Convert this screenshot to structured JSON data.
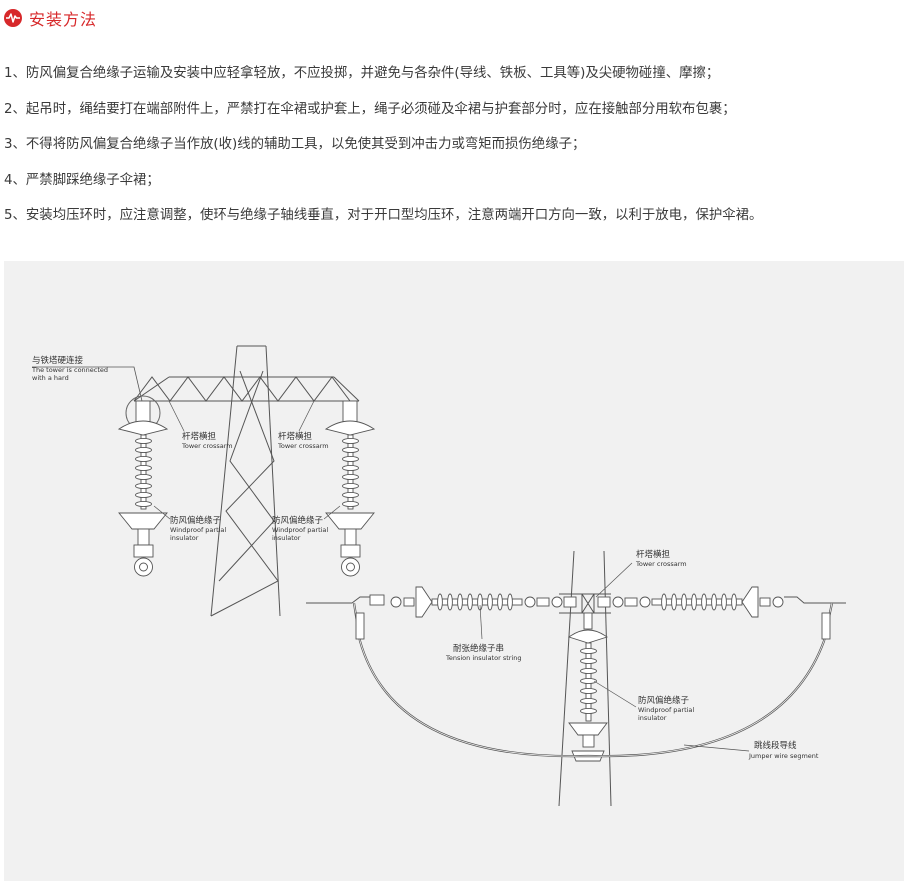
{
  "header": {
    "title": "安装方法",
    "icon": "pulse-icon",
    "accent_color": "#d7282a"
  },
  "instructions": [
    "1、防风偏复合绝缘子运输及安装中应轻拿轻放，不应投掷，并避免与各杂件(导线、铁板、工具等)及尖硬物碰撞、摩擦；",
    "2、起吊时，绳结要打在端部附件上，严禁打在伞裙或护套上，绳子必须碰及伞裙与护套部分时，应在接触部分用软布包裹；",
    "3、不得将防风偏复合绝缘子当作放(收)线的辅助工具，以免使其受到冲击力或弯矩而损伤绝缘子；",
    "4、严禁脚踩绝缘子伞裙；",
    "5、安装均压环时，应注意调整，使环与绝缘子轴线垂直，对于开口型均压环，注意两端开口方向一致，以利于放电，保护伞裙。"
  ],
  "diagram": {
    "labels": {
      "tower_connection": {
        "zh": "与铁塔硬连接",
        "en": [
          "The tower is connected",
          "with a hard"
        ]
      },
      "crossarm_left": {
        "zh": "杆塔横担",
        "en": "Tower crossarm"
      },
      "crossarm_right": {
        "zh": "杆塔横担",
        "en": "Tower crossarm"
      },
      "windproof_left": {
        "zh": "防风偏绝缘子",
        "en": [
          "Windproof partial",
          "insulator"
        ]
      },
      "windproof_right": {
        "zh": "防风偏绝缘子",
        "en": [
          "Windproof partial",
          "insulator"
        ]
      },
      "crossarm_bottom": {
        "zh": "杆塔横担",
        "en": "Tower crossarm"
      },
      "tension_string": {
        "zh": "耐张绝缘子串",
        "en": "Tension insulator string"
      },
      "windproof_bottom": {
        "zh": "防风偏绝缘子",
        "en": [
          "Windproof partial",
          "insulator"
        ]
      },
      "jumper": {
        "zh": "跳线段导线",
        "en": "Jumper wire segment"
      }
    }
  }
}
